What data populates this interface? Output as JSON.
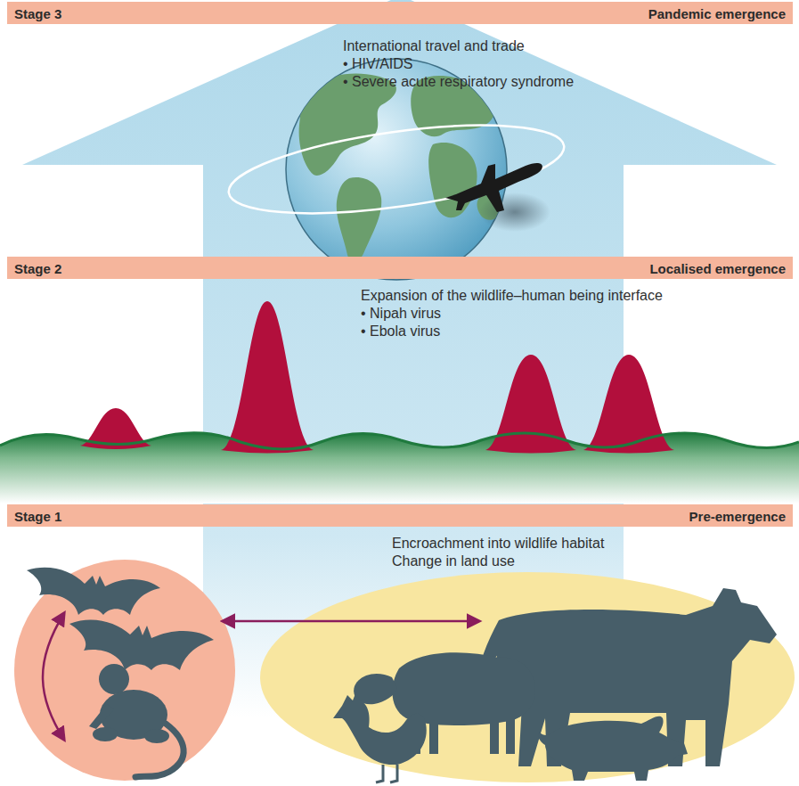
{
  "diagram": {
    "nodes": [
      {
        "text": [
          "Stage 3",
          "Pandemic emergence"
        ]
      },
      {
        "text": [
          "Stage 2",
          "Localised emergence"
        ]
      },
      {
        "text": [
          "Stage 1",
          "Pre-emergence"
        ]
      }
    ],
    "labels": [
      "International travel and trade",
      "• HIV/AIDS",
      "• Severe acute respiratory syndrome",
      "Expansion of the wildlife–human being interface",
      "• Nipah virus",
      "• Ebola virus",
      "Encroachment into wildlife habitat",
      "Change in land use"
    ]
  }
}
